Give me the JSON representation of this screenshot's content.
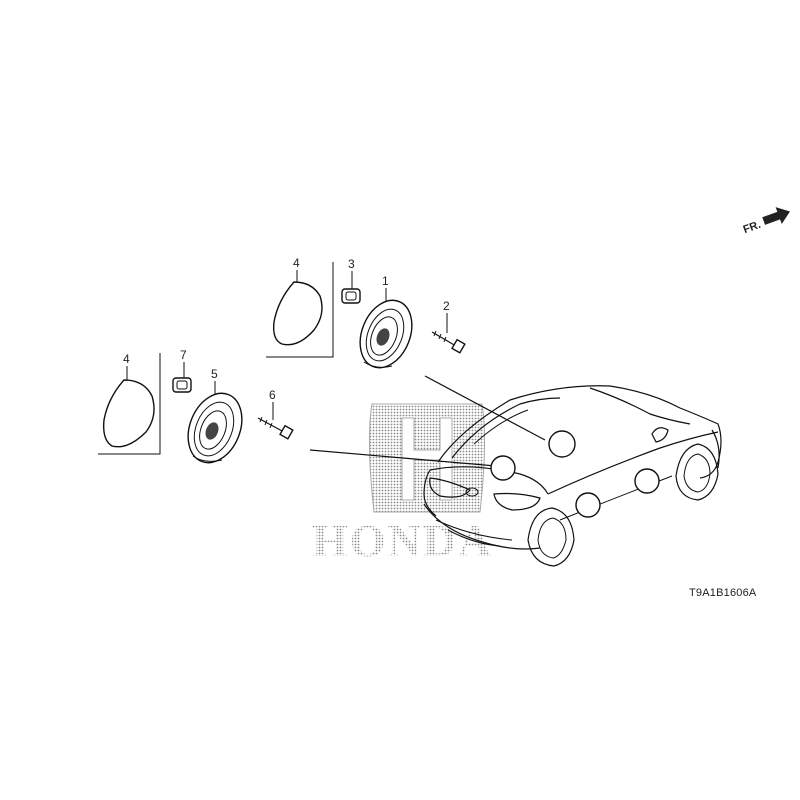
{
  "diagram": {
    "drawing_code": "T9A1B1606A",
    "direction_label": "FR.",
    "watermark_text": "HONDA",
    "callouts": {
      "c1": "1",
      "c2": "2",
      "c3": "3",
      "c4_upper": "4",
      "c4_lower": "4",
      "c5": "5",
      "c6": "6",
      "c7": "7"
    },
    "colors": {
      "line": "#111111",
      "watermark": "#9a9a9a",
      "background": "#ffffff"
    }
  }
}
